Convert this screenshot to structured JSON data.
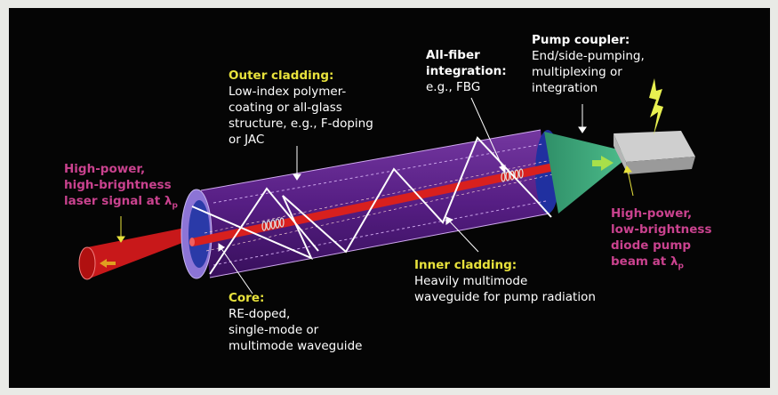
{
  "colors": {
    "background": "#e9eae6",
    "panel": "#050505",
    "heading_yellow": "#e8e23c",
    "magenta": "#c9428e",
    "core_red": "#d8201e",
    "cladding_purple": "#5a1f8a",
    "pump_green": "#3aa67a"
  },
  "labels": {
    "outer_cladding": {
      "heading": "Outer cladding:",
      "lines": [
        "Low-index polymer-",
        "coating or all-glass",
        "structure, e.g., F-doping",
        "or JAC"
      ]
    },
    "signal": {
      "lines": [
        "High-power,",
        "high-brightness",
        "laser signal at λ"
      ],
      "subscript": "p"
    },
    "core": {
      "heading": "Core:",
      "lines": [
        "RE-doped,",
        "single-mode or",
        "multimode waveguide"
      ]
    },
    "all_fiber": {
      "heading_lines": [
        "All-fiber",
        "integration:"
      ],
      "lines": [
        "e.g., FBG"
      ]
    },
    "pump_coupler": {
      "heading": "Pump coupler:",
      "lines": [
        "End/side-pumping,",
        "multiplexing or",
        "integration"
      ]
    },
    "inner_cladding": {
      "heading": "Inner cladding:",
      "lines": [
        "Heavily multimode",
        "waveguide for pump radiation"
      ]
    },
    "pump_beam": {
      "lines": [
        "High-power,",
        "low-brightness",
        "diode pump",
        "beam at λ"
      ],
      "subscript": "p"
    }
  }
}
